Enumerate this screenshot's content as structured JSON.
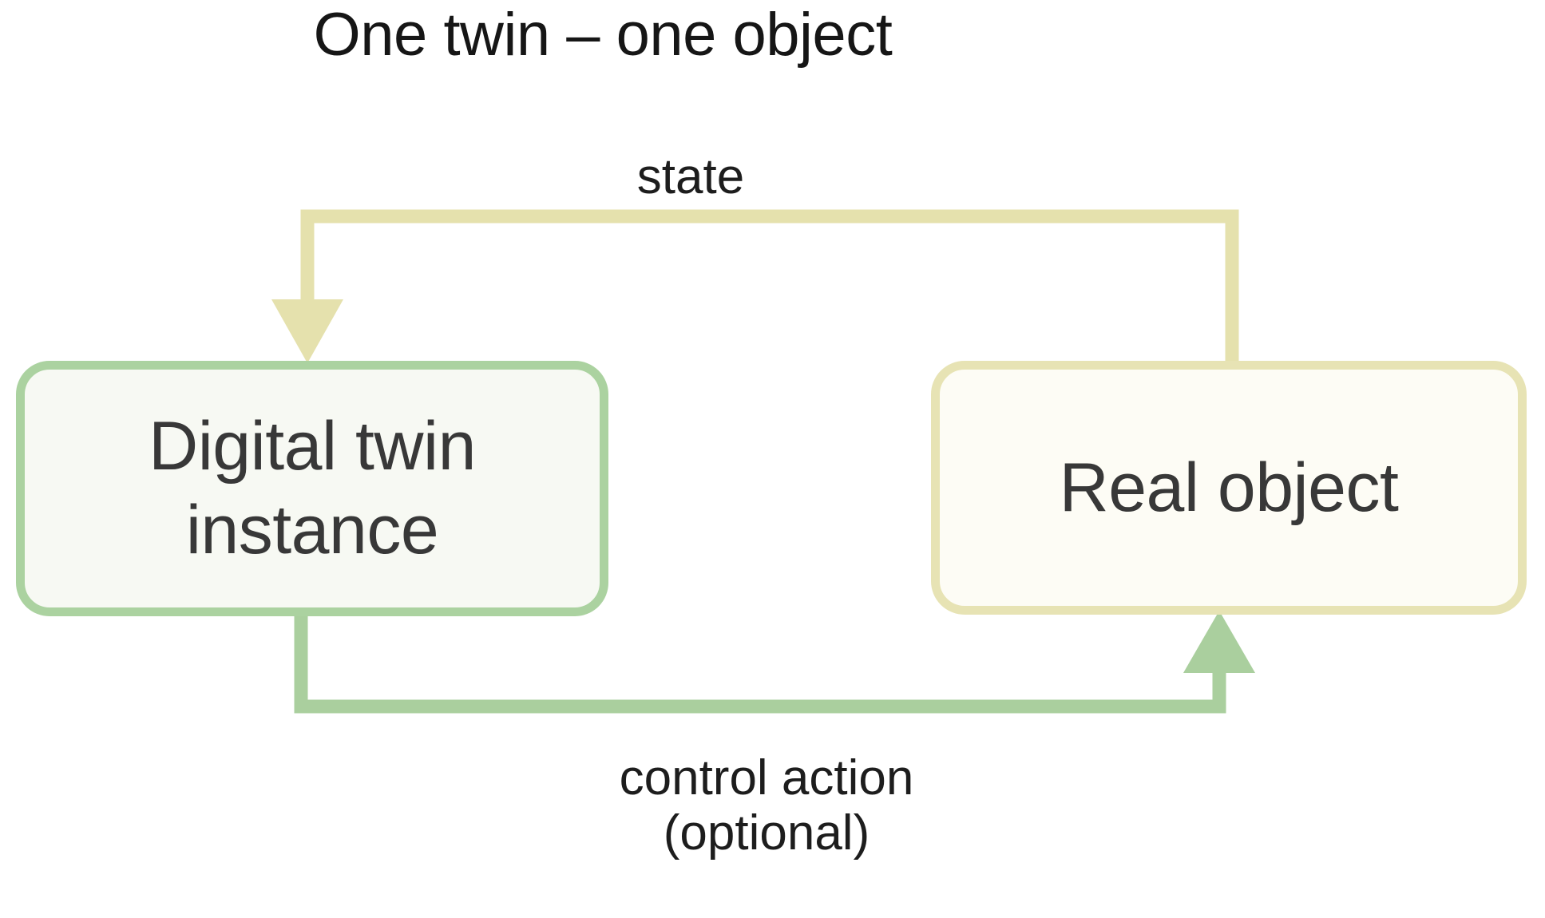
{
  "diagram": {
    "title": "One twin – one object",
    "type": "flow-diagram",
    "background_color": "#ffffff",
    "nodes": [
      {
        "id": "digital-twin-instance",
        "label_line1": "Digital twin",
        "label_line2": "instance",
        "border_color": "#abd2a0",
        "fill_color": "#f7f9f3",
        "text_color": "#383838"
      },
      {
        "id": "real-object",
        "label_line1": "Real object",
        "label_line2": "",
        "border_color": "#e7e3b4",
        "fill_color": "#fdfcf5",
        "text_color": "#383838"
      }
    ],
    "edges": [
      {
        "id": "state-edge",
        "label_line1": "state",
        "label_line2": "",
        "from": "real-object",
        "to": "digital-twin-instance",
        "color": "#e5e1ad",
        "direction": "right-to-left",
        "arrowhead": "down-into-digital-twin"
      },
      {
        "id": "control-action-edge",
        "label_line1": "control action",
        "label_line2": "(optional)",
        "from": "digital-twin-instance",
        "to": "real-object",
        "color": "#aacf9e",
        "direction": "left-to-right",
        "arrowhead": "up-into-real-object"
      }
    ]
  }
}
